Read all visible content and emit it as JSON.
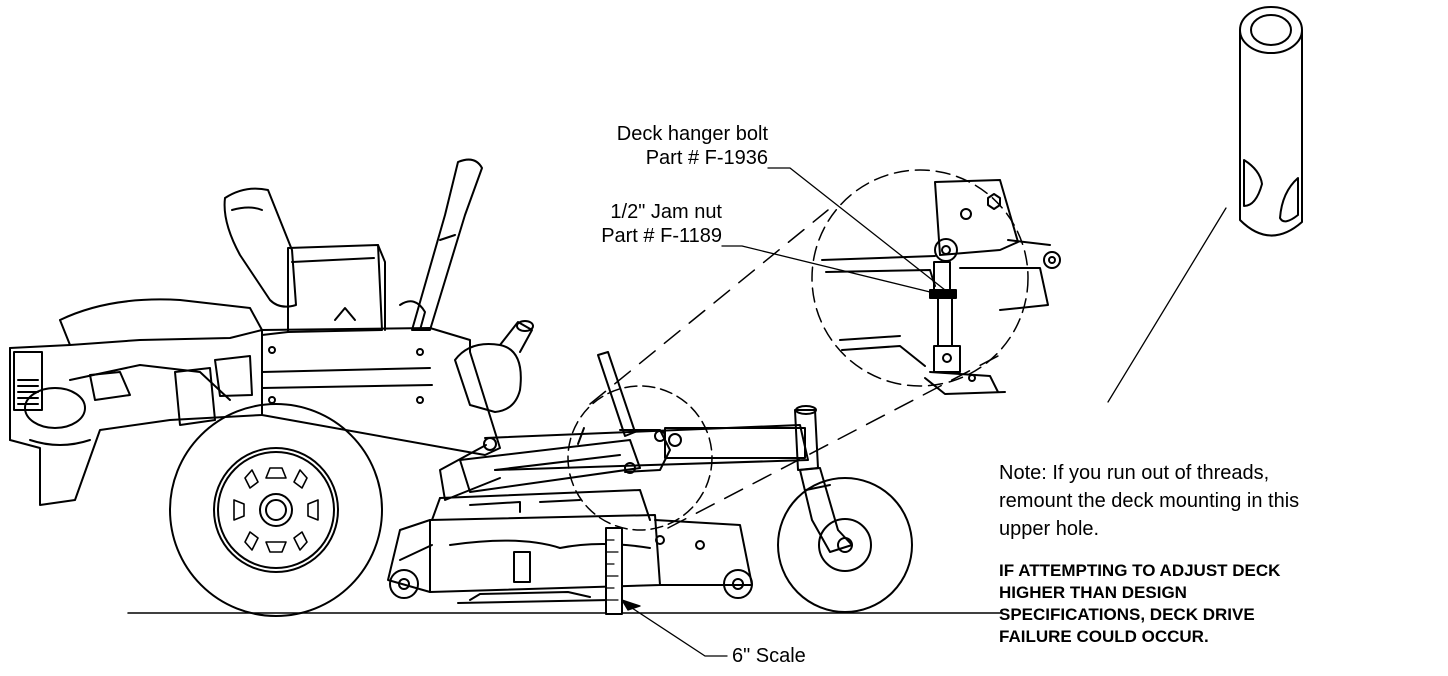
{
  "labels": {
    "hanger_bolt_line1": "Deck hanger bolt",
    "hanger_bolt_line2": "Part # F-1936",
    "jam_nut_line1": "1/2\" Jam nut",
    "jam_nut_line2": "Part # F-1189",
    "scale": "6\" Scale"
  },
  "note": {
    "line1": "Note:  If you run out of threads,",
    "line2": "remount the deck mounting in this",
    "line3": "upper hole."
  },
  "warning": {
    "line1": "IF ATTEMPTING TO ADJUST DECK",
    "line2": "HIGHER THAN DESIGN",
    "line3": "SPECIFICATIONS, DECK DRIVE",
    "line4": "FAILURE COULD OCCUR."
  }
}
